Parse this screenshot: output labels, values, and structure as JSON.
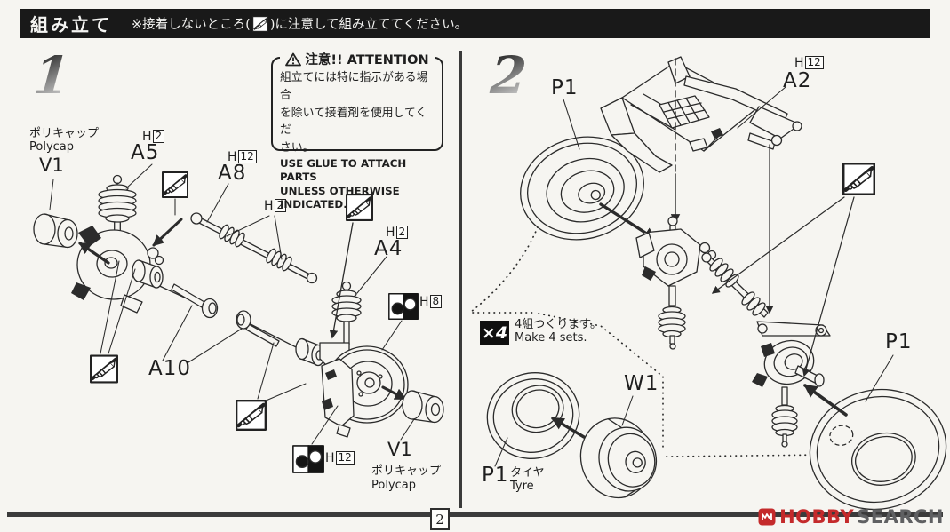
{
  "header": {
    "title": "組み立て",
    "note_prefix": "※接着しないところ(",
    "note_suffix": ")に注意して組み立ててください。"
  },
  "attention": {
    "title": "注意!! ATTENTION",
    "jp_lines": [
      "組立てには特に指示がある場合",
      "を除いて接着剤を使用してくだ",
      "さい。"
    ],
    "en_lines": [
      "USE GLUE TO ATTACH PARTS",
      "UNLESS OTHERWISE INDICATED."
    ]
  },
  "step1": {
    "number": "1",
    "polycap_top": {
      "jp": "ポリキャップ",
      "en": "Polycap",
      "part": "V1"
    },
    "a5": {
      "part": "A5",
      "paint": {
        "letter": "H",
        "num": "2"
      }
    },
    "a8": {
      "part": "A8",
      "paint": {
        "letter": "H",
        "num": "12"
      }
    },
    "rod_paint": {
      "letter": "H",
      "num": "2"
    },
    "a4": {
      "part": "A4",
      "paint": {
        "letter": "H",
        "num": "2"
      }
    },
    "a10": {
      "part": "A10"
    },
    "disc_paint": {
      "letter": "H",
      "num": "8"
    },
    "caliper_paint": {
      "letter": "H",
      "num": "12"
    },
    "polycap_bottom": {
      "part": "V1",
      "jp": "ポリキャップ",
      "en": "Polycap"
    }
  },
  "step2": {
    "number": "2",
    "p1_top": "P1",
    "a2": {
      "part": "A2",
      "paint": {
        "letter": "H",
        "num": "12"
      }
    },
    "multiply": {
      "badge": "×4",
      "jp": "4組つくります。",
      "en": "Make 4 sets."
    },
    "w1": "W1",
    "tyre": {
      "part": "P1",
      "jp": "タイヤ",
      "en": "Tyre"
    },
    "p1_right": "P1"
  },
  "footer": {
    "page": "2",
    "watermark": {
      "brand_red": "HOBBY",
      "brand_gray": "SEARCH"
    }
  },
  "colors": {
    "paper": "#f6f5f1",
    "ink": "#2b2b2b",
    "header_bg": "#191919",
    "accent_red": "#c42a2b"
  }
}
